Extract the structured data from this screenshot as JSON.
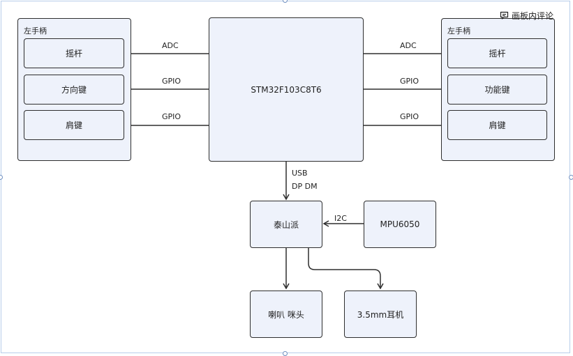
{
  "comment_button": {
    "label": "画板内评论",
    "icon": "comment-icon"
  },
  "left_group": {
    "title": "左手柄",
    "items": [
      "摇杆",
      "方向键",
      "肩键"
    ]
  },
  "right_group": {
    "title": "左手柄",
    "items": [
      "摇杆",
      "功能键",
      "肩键"
    ]
  },
  "mcu": {
    "label": "STM32F103C8T6"
  },
  "left_links": [
    "ADC",
    "GPIO",
    "GPIO"
  ],
  "right_links": [
    "ADC",
    "GPIO",
    "GPIO"
  ],
  "usb_link": {
    "line1": "USB",
    "line2": "DP DM"
  },
  "taishan": {
    "label": "泰山派"
  },
  "mpu": {
    "label": "MPU6050"
  },
  "i2c_link": {
    "label": "I2C"
  },
  "speaker_mic": {
    "label": "喇叭 咪头"
  },
  "headphone": {
    "label": "3.5mm耳机"
  },
  "colors": {
    "node_fill": "#eef2fb",
    "stroke": "#2e2e2e",
    "frame": "#b7cdea"
  }
}
